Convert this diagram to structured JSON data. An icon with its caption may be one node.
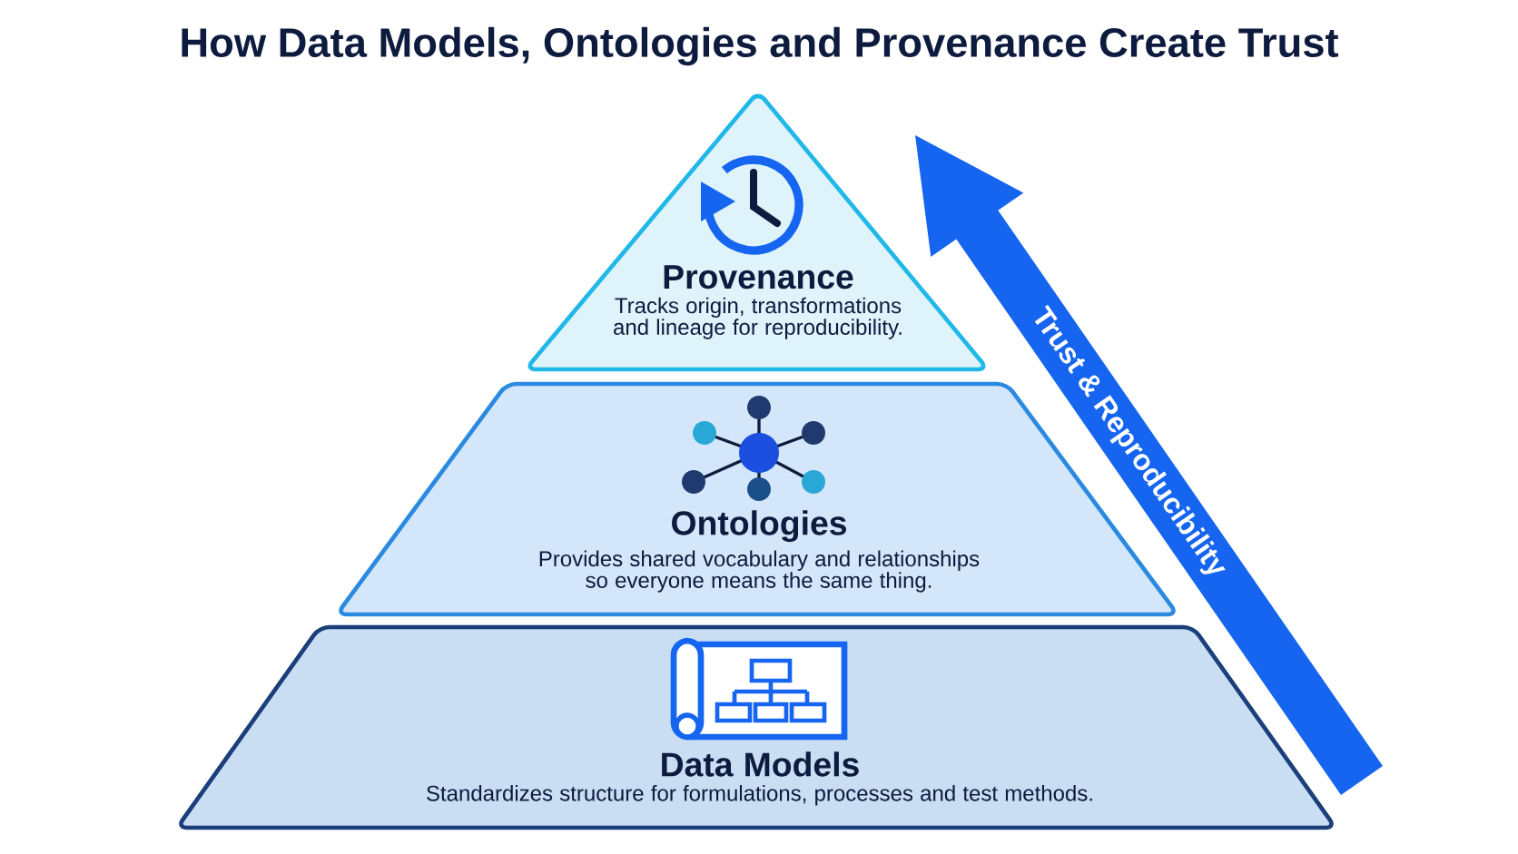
{
  "diagram": {
    "title": "How Data Models, Ontologies and Provenance Create Trust",
    "nodes": [
      {
        "text": [
          "Provenance",
          "Tracks origin, transformations and lineage for reproducibility."
        ]
      },
      {
        "text": [
          "Ontologies",
          "Provides shared vocabulary and relationships so everyone means the same thing."
        ]
      },
      {
        "text": [
          "Data Models",
          "Standardizes structure for formulations, processes and test methods."
        ]
      }
    ],
    "edges": [],
    "labels": [
      "Trust & Reproducibility"
    ]
  }
}
